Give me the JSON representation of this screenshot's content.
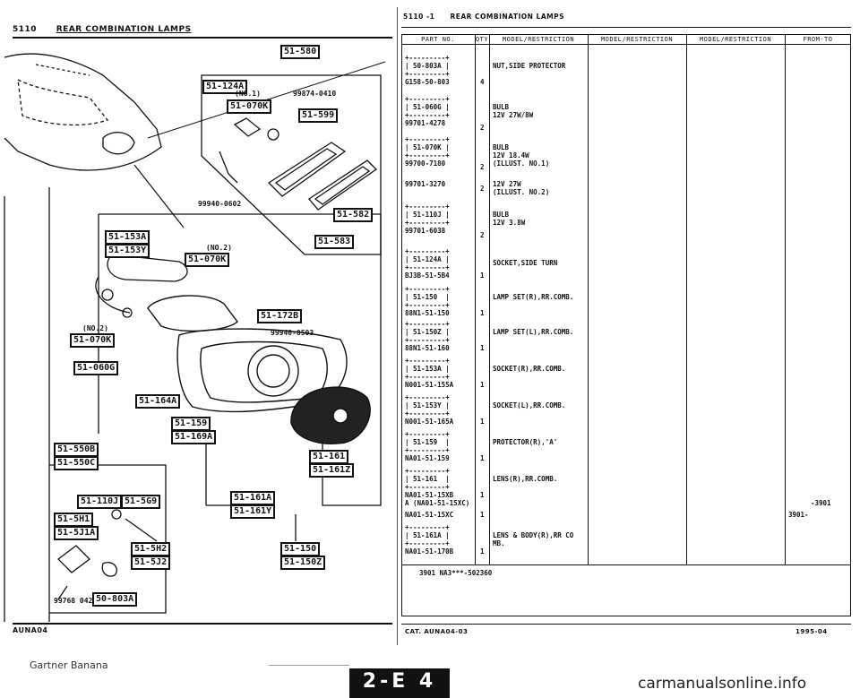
{
  "left_header": {
    "code": "5110",
    "title": "REAR COMBINATION LAMPS"
  },
  "right_header": {
    "code": "5110 -1",
    "title": "REAR COMBINATION LAMPS"
  },
  "left_footer": {
    "code": "AUNA04"
  },
  "right_footer": {
    "code": "CAT. AUNA04-03",
    "date": "1995-04"
  },
  "table_headers": [
    "PART NO.",
    "QTY",
    "MODEL/RESTRICTION",
    "MODEL/RESTRICTION",
    "MODEL/RESTRICTION",
    "FROM-TO"
  ],
  "callouts": {
    "c1": "51-580",
    "c2": "51-124A",
    "c3": "(NO.1)",
    "c4": "51-070K",
    "c5": "99874-0410",
    "c6": "51-599",
    "c7": "99940-0602",
    "c8": "51-582",
    "c9": "51-583",
    "c10": "51-153A",
    "c11": "51-153Y",
    "c12": "(NO.2)",
    "c13": "51-070K",
    "c14": "(NO.2)",
    "c15": "51-070K",
    "c16": "51-060G",
    "c17": "51-172B",
    "c18": "99940-0503",
    "c19": "51-164A",
    "c20": "51-159",
    "c21": "51-169A",
    "c22": "51-550B",
    "c23": "51-550C",
    "c24": "51-161",
    "c25": "51-161Z",
    "c26": "51-110J",
    "c27": "51-5G9",
    "c28": "51-5H1",
    "c29": "51-5J1A",
    "c30": "51-5H2",
    "c31": "51-5J2",
    "c32": "51-161A",
    "c33": "51-161Y",
    "c34": "99768 0420",
    "c35": "50-803A",
    "c36": "51-150",
    "c37": "51-150Z"
  },
  "entries": [
    {
      "ref": "| 50-803A |",
      "part": "G158-50-803",
      "qty": "4",
      "desc": "NUT,SIDE PROTECTOR"
    },
    {
      "ref": "| 51-060G |",
      "part": "99701-4278",
      "qty": "2",
      "desc": "BULB\n12V 27W/8W"
    },
    {
      "ref": "| 51-070K |",
      "part": "99700-7180",
      "qty": "2",
      "desc": "BULB\n12V 18.4W\n(ILLUST. NO.1)"
    },
    {
      "ref": "",
      "part": "99701-3270",
      "qty": "2",
      "desc": "12V 27W\n(ILLUST. NO.2)"
    },
    {
      "ref": "| 51-110J |",
      "part": "99701-6038",
      "qty": "2",
      "desc": "BULB\n12V 3.8W"
    },
    {
      "ref": "| 51-124A |",
      "part": "BJ3B-51-5B4",
      "qty": "1",
      "desc": "SOCKET,SIDE TURN"
    },
    {
      "ref": "| 51-150  |",
      "part": "88N1-51-150",
      "qty": "1",
      "desc": "LAMP SET(R),RR.COMB."
    },
    {
      "ref": "| 51-150Z |",
      "part": "88N1-51-160",
      "qty": "1",
      "desc": "LAMP SET(L),RR.COMB."
    },
    {
      "ref": "| 51-153A |",
      "part": "N001-51-155A",
      "qty": "1",
      "desc": "SOCKET(R),RR.COMB."
    },
    {
      "ref": "| 51-153Y |",
      "part": "N001-51-165A",
      "qty": "1",
      "desc": "SOCKET(L),RR.COMB."
    },
    {
      "ref": "| 51-159  |",
      "part": "NA01-51-159",
      "qty": "1",
      "desc": "PROTECTOR(R),'A'"
    },
    {
      "ref": "| 51-161  |",
      "part": "NA01-51-15XB\nA (NA01-51-15XC)",
      "qty": "1",
      "desc": "LENS(R),RR.COMB.",
      "from_to": "-3901"
    },
    {
      "ref": "",
      "part": "NA01-51-15XC",
      "qty": "1",
      "desc": "",
      "from_to": "3901-"
    },
    {
      "ref": "| 51-161A |",
      "part": "NA01-51-170B",
      "qty": "1",
      "desc": "LENS & BODY(R),RR CO\nMB."
    }
  ],
  "table_note": "3901 NA3***-502360",
  "watermark": "Gartner Banana",
  "page_box": "2-E 4",
  "site": "carmanualsonline.info"
}
